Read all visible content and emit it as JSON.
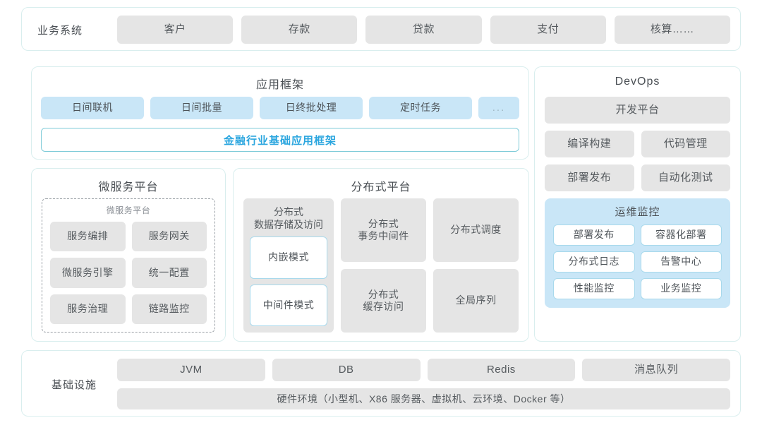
{
  "business": {
    "label": "业务系统",
    "items": [
      "客户",
      "存款",
      "贷款",
      "支付",
      "核算……"
    ]
  },
  "app_framework": {
    "title": "应用框架",
    "items": [
      "日间联机",
      "日间批量",
      "日终批处理",
      "定时任务"
    ],
    "more": "...",
    "base_bar": "金融行业基础应用框架"
  },
  "microservice": {
    "title": "微服务平台",
    "inner_label": "微服务平台",
    "items": [
      "服务编排",
      "服务网关",
      "微服务引擎",
      "统一配置",
      "服务治理",
      "链路监控"
    ]
  },
  "distributed": {
    "title": "分布式平台",
    "storage": {
      "title": "分布式\n数据存储及访问",
      "title_line1": "分布式",
      "title_line2": "数据存储及访问",
      "modes": [
        "内嵌模式",
        "中间件模式"
      ]
    },
    "col2": [
      "分布式\n事务中间件",
      "分布式\n缓存访问"
    ],
    "col2_a_line1": "分布式",
    "col2_a_line2": "事务中间件",
    "col2_b_line1": "分布式",
    "col2_b_line2": "缓存访问",
    "col3": [
      "分布式调度",
      "全局序列"
    ]
  },
  "devops": {
    "title": "DevOps",
    "platform": "开发平台",
    "pair1": [
      "编译构建",
      "代码管理"
    ],
    "pair2": [
      "部署发布",
      "自动化测试"
    ],
    "ops": {
      "title": "运维监控",
      "items": [
        "部署发布",
        "容器化部署",
        "分布式日志",
        "告警中心",
        "性能监控",
        "业务监控"
      ]
    }
  },
  "infrastructure": {
    "label": "基础设施",
    "items": [
      "JVM",
      "DB",
      "Redis",
      "消息队列"
    ],
    "hardware": "硬件环境（小型机、X86 服务器、虚拟机、云环境、Docker 等）"
  },
  "colors": {
    "card_border": "#d9eeee",
    "gray_tile": "#e5e5e5",
    "blue_tile": "#c9e6f7",
    "accent_blue": "#2ba6df",
    "accent_border": "#7ecbd8",
    "text": "#555a5e"
  }
}
